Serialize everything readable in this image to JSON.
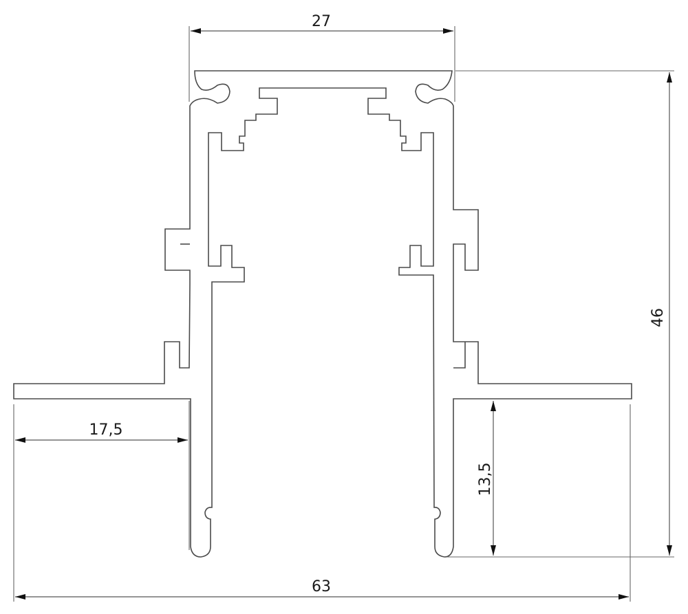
{
  "drawing": {
    "type": "technical cross-section profile",
    "line_color": "#4a4a4a",
    "background": "#ffffff"
  },
  "dimensions": {
    "top_width": "27",
    "total_height": "46",
    "flange_width": "17,5",
    "lower_height": "13,5",
    "total_width": "63"
  }
}
